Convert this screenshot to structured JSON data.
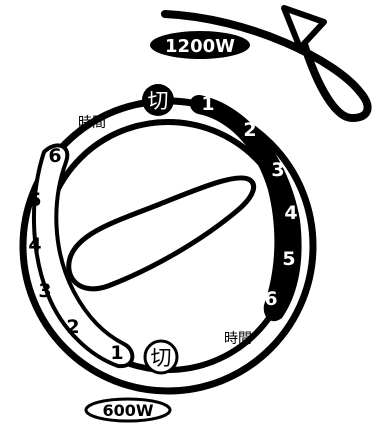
{
  "high_setting": {
    "watt_label": "1200W",
    "off_label": "切",
    "hour_label": "時間",
    "scale": [
      "1",
      "2",
      "3",
      "4",
      "5",
      "6"
    ]
  },
  "low_setting": {
    "watt_label": "600W",
    "off_label": "切",
    "hour_label": "時間",
    "scale": [
      "1",
      "2",
      "3",
      "4",
      "5",
      "6"
    ]
  },
  "colors": {
    "ink": "#000000",
    "paper": "#ffffff"
  },
  "icons": {
    "direction": "curved-arrow-icon",
    "knob": "dial-knob-icon"
  }
}
